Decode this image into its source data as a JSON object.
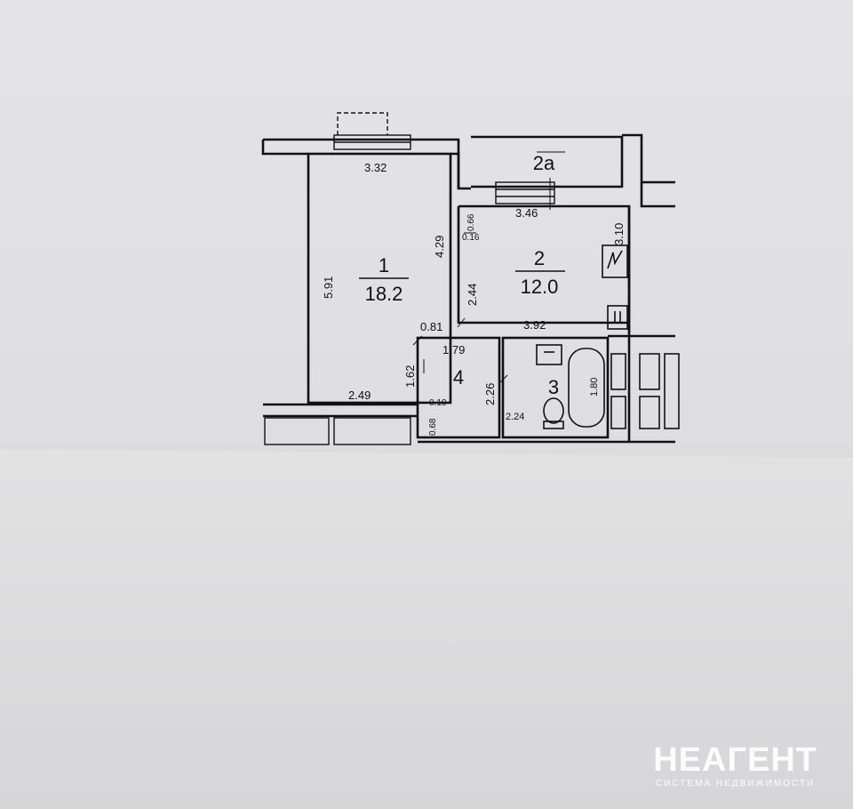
{
  "rooms": [
    {
      "number": "1",
      "area": "18.2"
    },
    {
      "number": "2",
      "area": "12.0"
    },
    {
      "number": "2а"
    },
    {
      "number": "3"
    },
    {
      "number": "4"
    }
  ],
  "dimensions": [
    "3.32",
    "5.91",
    "4.29",
    "0.81",
    "2.49",
    "3.46",
    "0.66",
    "0.16",
    "2.44",
    "3.10",
    "3.92",
    "1.79",
    "1.62",
    "0.10",
    "0.68",
    "2.26",
    "2.24",
    "1.80"
  ],
  "watermark": {
    "logo": "НЕАГЕНТ",
    "tagline": "СИСТЕМА НЕДВИЖИМОСТИ"
  }
}
